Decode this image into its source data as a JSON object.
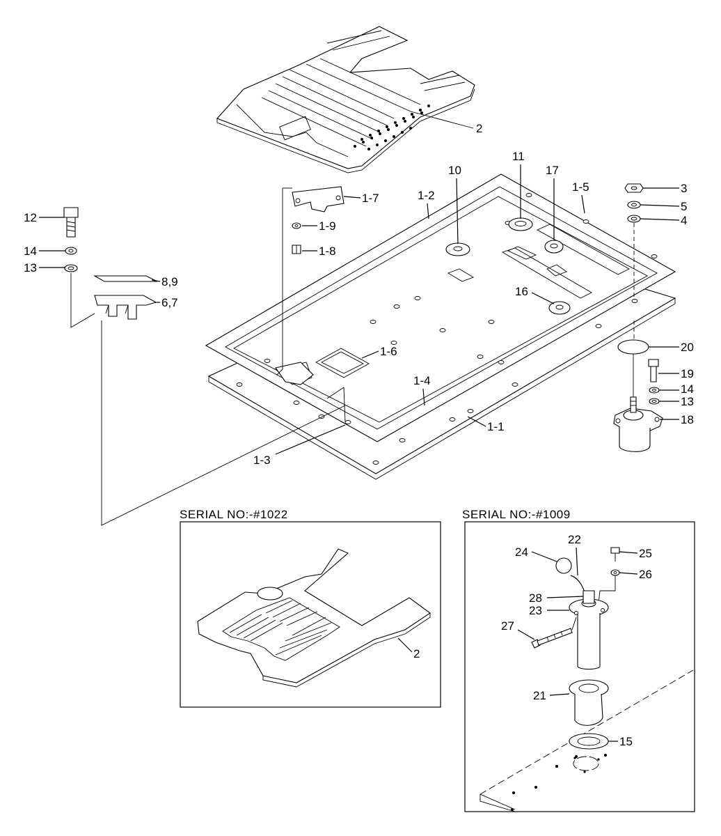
{
  "labels": {
    "l_2_top": "2",
    "l_3": "3",
    "l_5": "5",
    "l_4": "4",
    "l_1_5": "1-5",
    "l_17": "17",
    "l_11": "11",
    "l_10": "10",
    "l_1_2": "1-2",
    "l_1_7": "1-7",
    "l_1_9": "1-9",
    "l_1_8": "1-8",
    "l_12": "12",
    "l_14_left": "14",
    "l_13_left": "13",
    "l_8_9": "8,9",
    "l_6_7": "6,7",
    "l_16": "16",
    "l_20": "20",
    "l_19": "19",
    "l_14_right": "14",
    "l_13_right": "13",
    "l_18": "18",
    "l_1_6": "1-6",
    "l_1_4": "1-4",
    "l_1_1": "1-1",
    "l_1_3": "1-3",
    "l_2_inset": "2",
    "l_24": "24",
    "l_22": "22",
    "l_25": "25",
    "l_26": "26",
    "l_28": "28",
    "l_23": "23",
    "l_27": "27",
    "l_21": "21",
    "l_15": "15"
  },
  "insets": {
    "left_header": "SERIAL NO:-#1022",
    "right_header": "SERIAL NO:-#1009"
  }
}
